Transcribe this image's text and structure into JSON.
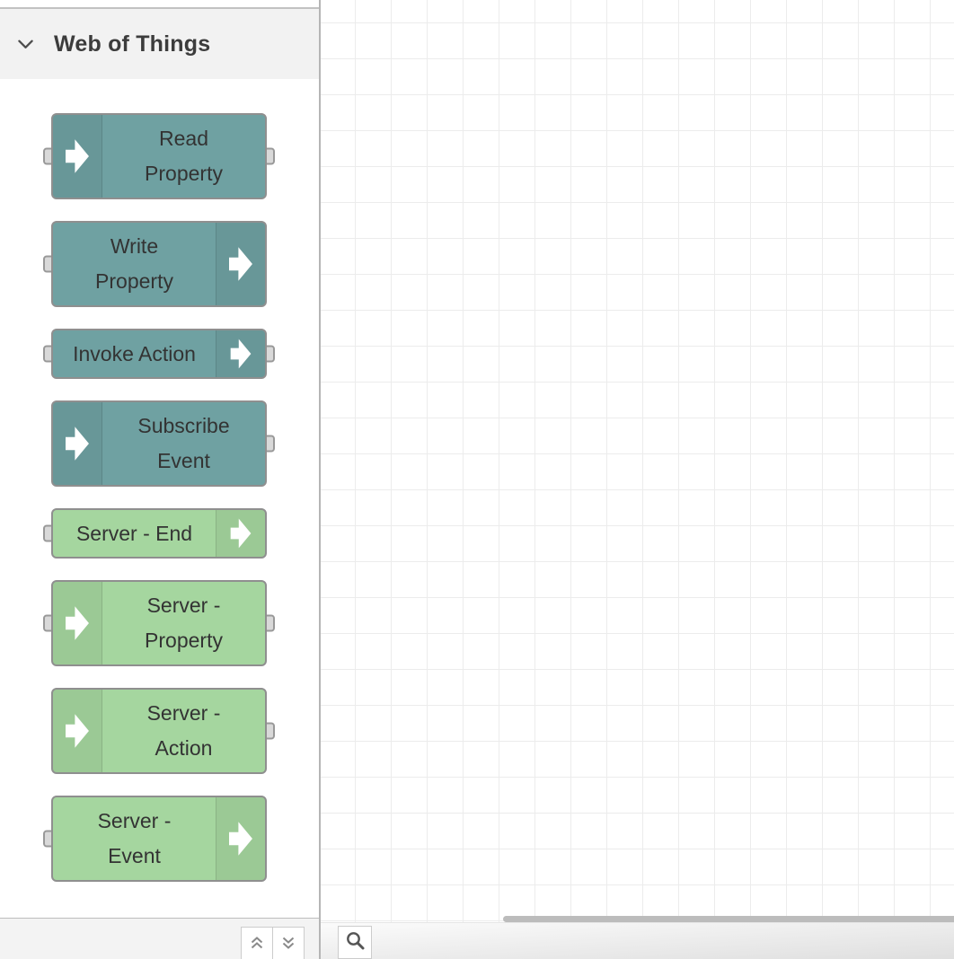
{
  "palette": {
    "category": {
      "label": "Web of Things",
      "state": "expanded",
      "chevron_icon": "chevron-down"
    },
    "nodes": [
      {
        "label": "Read Property",
        "lines": [
          "Read",
          "Property"
        ],
        "color": "#6FA1A2",
        "icon": "arrow-right",
        "icon_side": "left",
        "has_input": true,
        "has_output": true
      },
      {
        "label": "Write Property",
        "lines": [
          "Write",
          "Property"
        ],
        "color": "#6FA1A2",
        "icon": "arrow-right",
        "icon_side": "right",
        "has_input": true,
        "has_output": false
      },
      {
        "label": "Invoke Action",
        "lines": [
          "Invoke Action"
        ],
        "color": "#6FA1A2",
        "icon": "arrow-right",
        "icon_side": "right",
        "has_input": true,
        "has_output": true
      },
      {
        "label": "Subscribe Event",
        "lines": [
          "Subscribe",
          "Event"
        ],
        "color": "#6FA1A2",
        "icon": "arrow-right",
        "icon_side": "left",
        "has_input": false,
        "has_output": true
      },
      {
        "label": "Server - End",
        "lines": [
          "Server - End"
        ],
        "color": "#A5D69F",
        "icon": "arrow-right",
        "icon_side": "right",
        "has_input": true,
        "has_output": false
      },
      {
        "label": "Server - Property",
        "lines": [
          "Server -",
          "Property"
        ],
        "color": "#A5D69F",
        "icon": "arrow-right",
        "icon_side": "left",
        "has_input": true,
        "has_output": true
      },
      {
        "label": "Server - Action",
        "lines": [
          "Server -",
          "Action"
        ],
        "color": "#A5D69F",
        "icon": "arrow-right",
        "icon_side": "left",
        "has_input": false,
        "has_output": true
      },
      {
        "label": "Server - Event",
        "lines": [
          "Server -",
          "Event"
        ],
        "color": "#A5D69F",
        "icon": "arrow-right",
        "icon_side": "right",
        "has_input": true,
        "has_output": false
      }
    ],
    "footer": {
      "collapse_all_icon": "double-chevron-up",
      "expand_all_icon": "double-chevron-down"
    }
  },
  "canvas": {
    "grid": {
      "size": 40,
      "line_color": "#ececec"
    },
    "scrollbar": {
      "orientation": "horizontal"
    },
    "footer": {
      "search_icon": "magnifier"
    }
  },
  "colors": {
    "teal_node": "#6FA1A2",
    "green_node": "#A5D69F",
    "node_border": "#8f8f8f",
    "port_fill": "#d9d9d9",
    "port_border": "#999999",
    "header_bg": "#f2f2f2",
    "footer_bg": "#f3f3f3",
    "divider": "#b5b5b5"
  }
}
